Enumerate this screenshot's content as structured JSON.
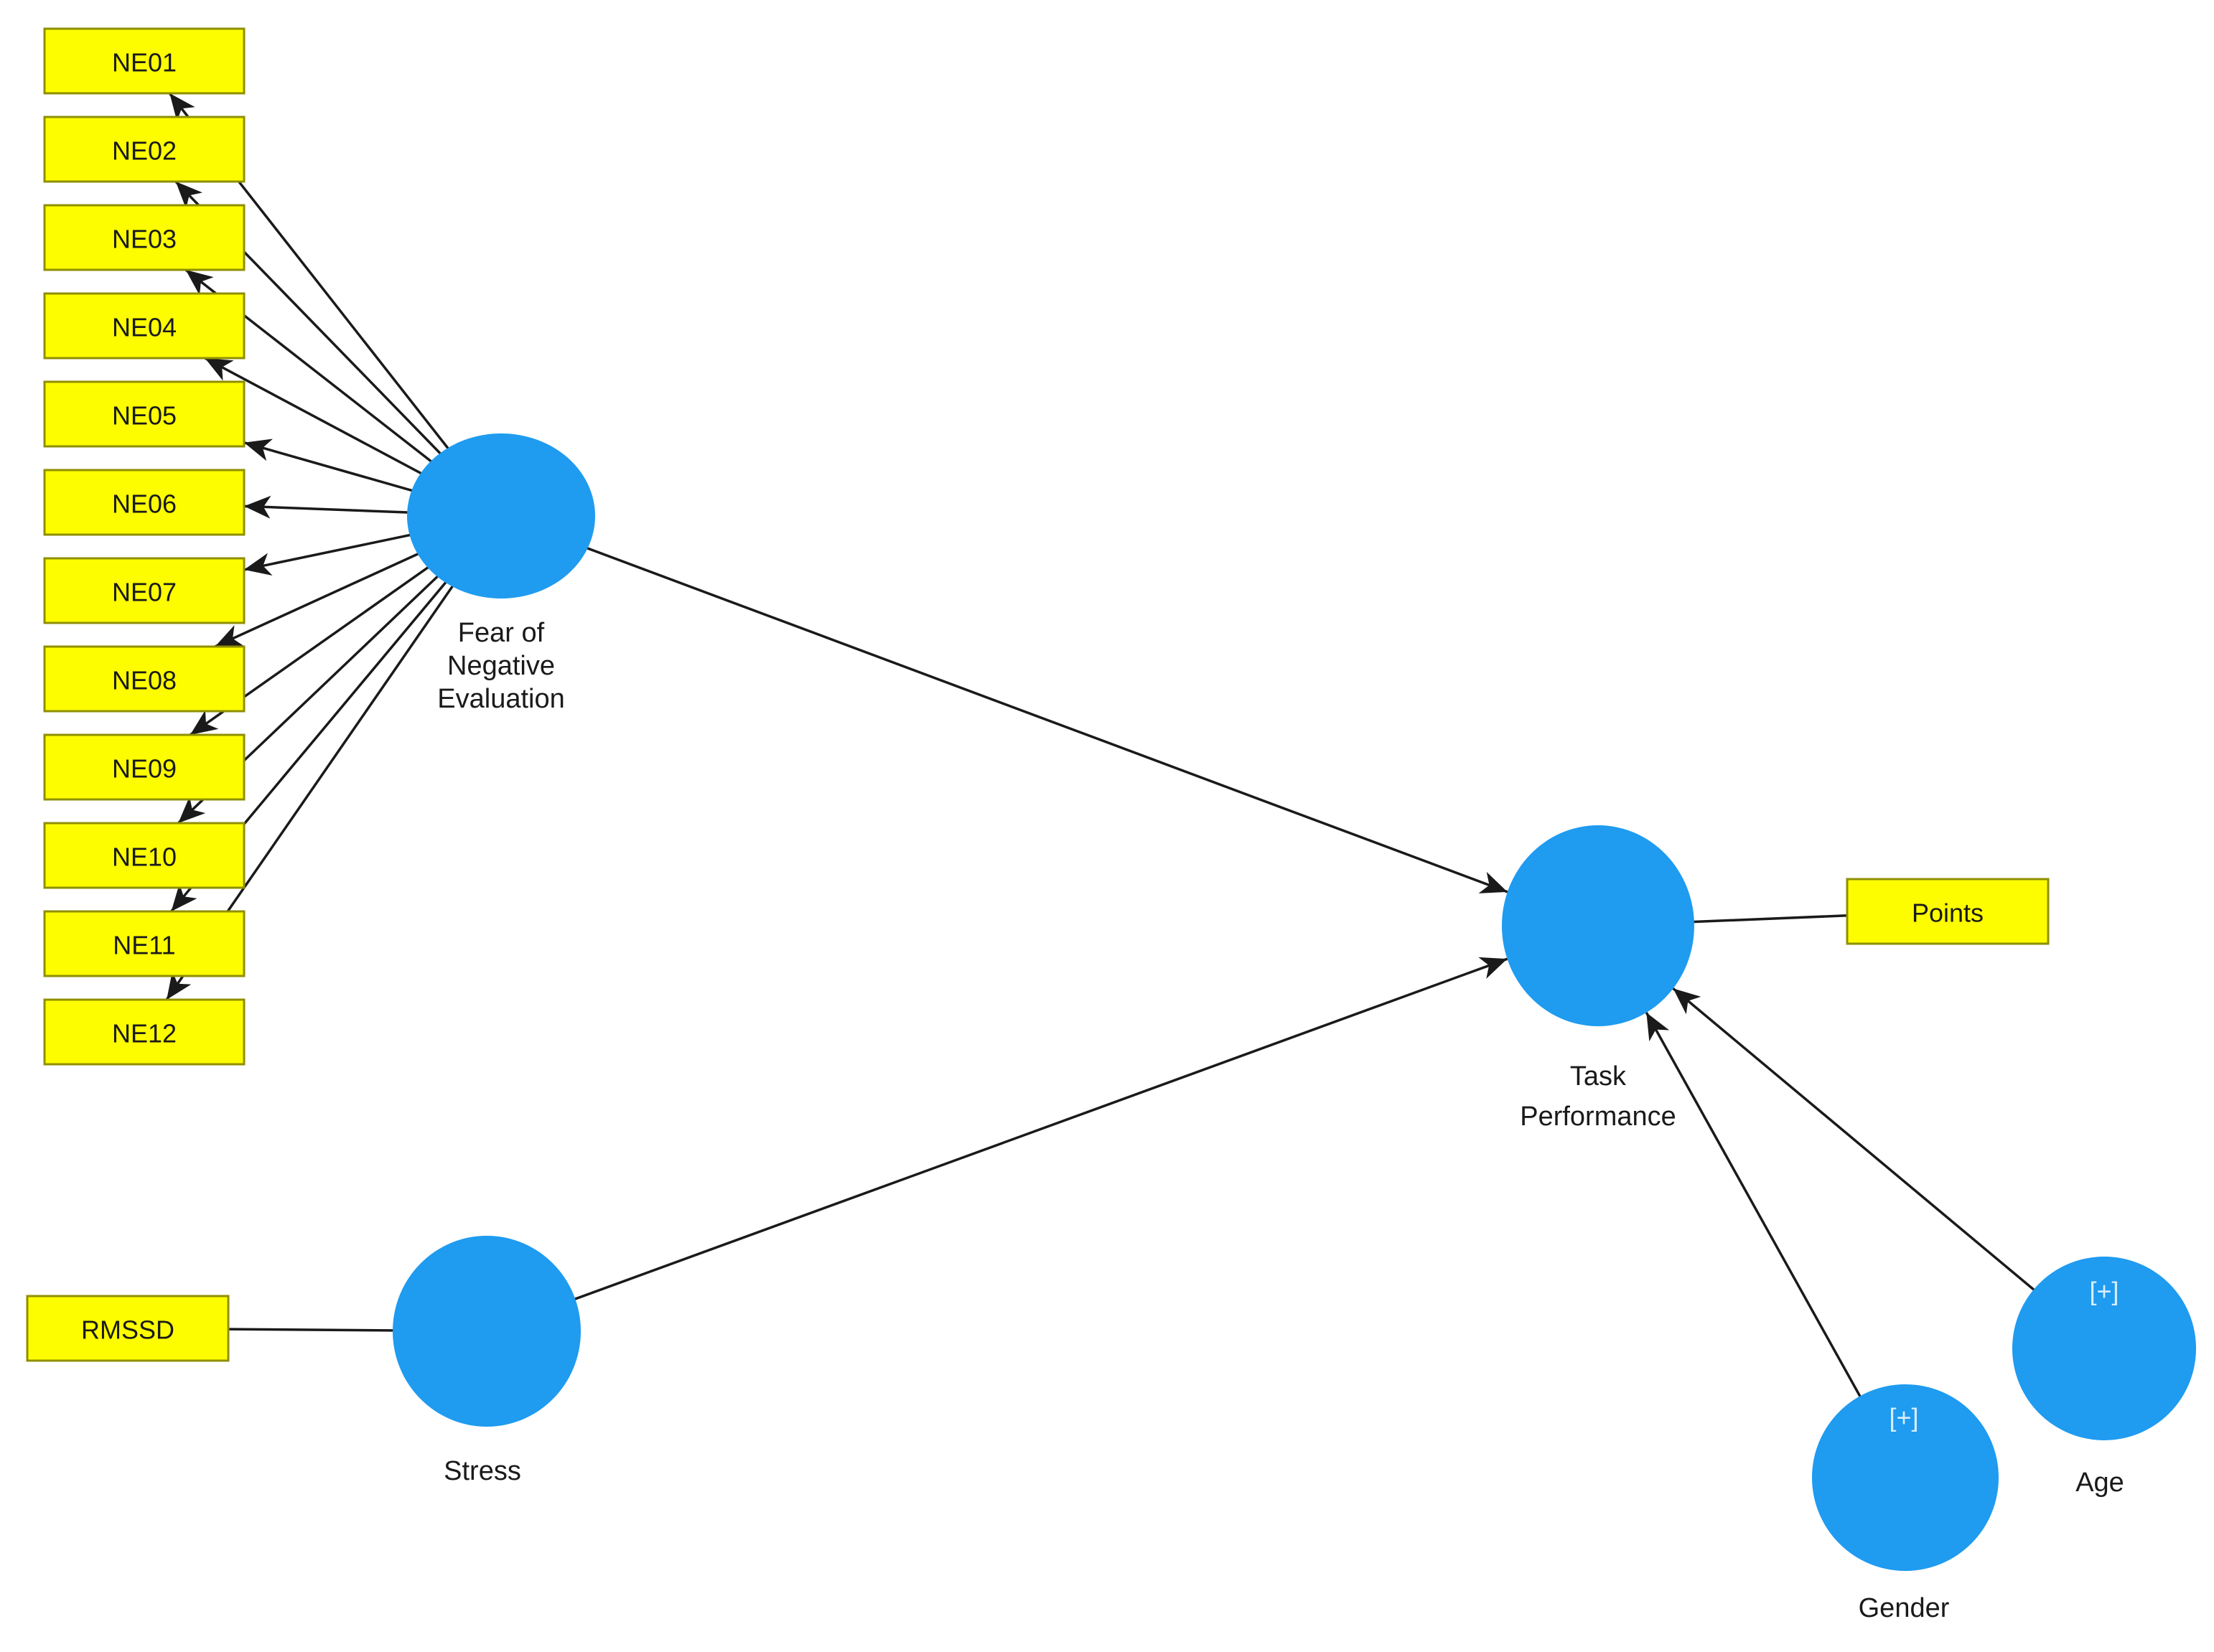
{
  "diagram": {
    "type": "sem-path-model",
    "background": "#ffffff",
    "colors": {
      "construct_fill": "#1f9bf0",
      "indicator_fill": "#fdfd00",
      "indicator_border": "#8f8f00",
      "edge": "#1a1a1a",
      "label": "#1a1a1a",
      "expand_badge": "#d9eefc"
    },
    "constructs": [
      {
        "id": "fne",
        "label": "Fear of Negative Evaluation",
        "label_lines": [
          "Fear of",
          "Negative",
          "Evaluation"
        ],
        "badge": ""
      },
      {
        "id": "task",
        "label": "Task Performance",
        "label_lines": [
          "Task",
          "Performance"
        ],
        "badge": ""
      },
      {
        "id": "stress",
        "label": "Stress",
        "label_lines": [
          "Stress"
        ],
        "badge": ""
      },
      {
        "id": "gender",
        "label": "Gender",
        "label_lines": [
          "Gender"
        ],
        "badge": "[+]"
      },
      {
        "id": "age",
        "label": "Age",
        "label_lines": [
          "Age"
        ],
        "badge": "[+]"
      }
    ],
    "indicators": [
      {
        "id": "NE01",
        "label": "NE01"
      },
      {
        "id": "NE02",
        "label": "NE02"
      },
      {
        "id": "NE03",
        "label": "NE03"
      },
      {
        "id": "NE04",
        "label": "NE04"
      },
      {
        "id": "NE05",
        "label": "NE05"
      },
      {
        "id": "NE06",
        "label": "NE06"
      },
      {
        "id": "NE07",
        "label": "NE07"
      },
      {
        "id": "NE08",
        "label": "NE08"
      },
      {
        "id": "NE09",
        "label": "NE09"
      },
      {
        "id": "NE10",
        "label": "NE10"
      },
      {
        "id": "NE11",
        "label": "NE11"
      },
      {
        "id": "NE12",
        "label": "NE12"
      },
      {
        "id": "Points",
        "label": "Points"
      },
      {
        "id": "RMSSD",
        "label": "RMSSD"
      }
    ],
    "edges": [
      {
        "from": "fne",
        "to": "NE01",
        "arrow": true
      },
      {
        "from": "fne",
        "to": "NE02",
        "arrow": true
      },
      {
        "from": "fne",
        "to": "NE03",
        "arrow": true
      },
      {
        "from": "fne",
        "to": "NE04",
        "arrow": true
      },
      {
        "from": "fne",
        "to": "NE05",
        "arrow": true
      },
      {
        "from": "fne",
        "to": "NE06",
        "arrow": true
      },
      {
        "from": "fne",
        "to": "NE07",
        "arrow": true
      },
      {
        "from": "fne",
        "to": "NE08",
        "arrow": true
      },
      {
        "from": "fne",
        "to": "NE09",
        "arrow": true
      },
      {
        "from": "fne",
        "to": "NE10",
        "arrow": true
      },
      {
        "from": "fne",
        "to": "NE11",
        "arrow": true
      },
      {
        "from": "fne",
        "to": "NE12",
        "arrow": true
      },
      {
        "from": "fne",
        "to": "task",
        "arrow": true
      },
      {
        "from": "stress",
        "to": "task",
        "arrow": true
      },
      {
        "from": "gender",
        "to": "task",
        "arrow": true
      },
      {
        "from": "age",
        "to": "task",
        "arrow": true
      },
      {
        "from": "task",
        "to": "Points",
        "arrow": false
      },
      {
        "from": "stress",
        "to": "RMSSD",
        "arrow": false
      }
    ]
  }
}
